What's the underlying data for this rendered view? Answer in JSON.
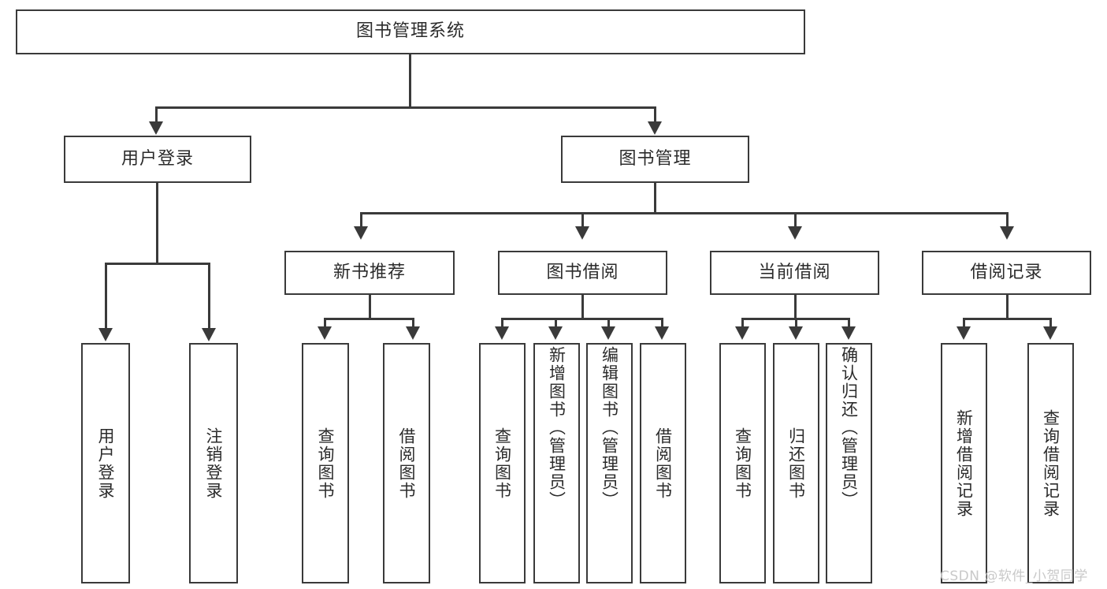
{
  "diagram": {
    "type": "tree-hierarchy-diagram",
    "title": "图书管理系统",
    "root": {
      "label": "图书管理系统",
      "children": [
        {
          "label": "用户登录",
          "children": [
            {
              "label": "用户登录"
            },
            {
              "label": "注销登录"
            }
          ]
        },
        {
          "label": "图书管理",
          "children": [
            {
              "label": "新书推荐",
              "children": [
                {
                  "label": "查询图书"
                },
                {
                  "label": "借阅图书"
                }
              ]
            },
            {
              "label": "图书借阅",
              "children": [
                {
                  "label": "查询图书"
                },
                {
                  "label": "新增图书（管理员）"
                },
                {
                  "label": "编辑图书（管理员）"
                },
                {
                  "label": "借阅图书"
                }
              ]
            },
            {
              "label": "当前借阅",
              "children": [
                {
                  "label": "查询图书"
                },
                {
                  "label": "归还图书"
                },
                {
                  "label": "确认归还（管理员）"
                }
              ]
            },
            {
              "label": "借阅记录",
              "children": [
                {
                  "label": "新增借阅记录"
                },
                {
                  "label": "查询借阅记录"
                }
              ]
            }
          ]
        }
      ]
    }
  },
  "nodes": {
    "root": "图书管理系统",
    "user_login": "用户登录",
    "book_manage": "图书管理",
    "new_book_rec": "新书推荐",
    "book_borrow": "图书借阅",
    "current_borrow": "当前借阅",
    "borrow_record": "借阅记录",
    "leaf_user_login": "用户登录",
    "leaf_logout": "注销登录",
    "leaf_rec_query": "查询图书",
    "leaf_rec_borrow": "借阅图书",
    "leaf_borrow_query": "查询图书",
    "leaf_borrow_add": "新增图书（管理员）",
    "leaf_borrow_edit": "编辑图书（管理员）",
    "leaf_borrow_borrow": "借阅图书",
    "leaf_cur_query": "查询图书",
    "leaf_cur_return": "归还图书",
    "leaf_cur_confirm": "确认归还（管理员）",
    "leaf_rec_add": "新增借阅记录",
    "leaf_rec_query2": "查询借阅记录"
  },
  "watermark": {
    "text": "CSDN @软件_小贺同学"
  },
  "colors": {
    "stroke": "#3a3a3a",
    "text": "#2b2b2b",
    "background": "#ffffff",
    "watermark": "#c9c9c9"
  }
}
